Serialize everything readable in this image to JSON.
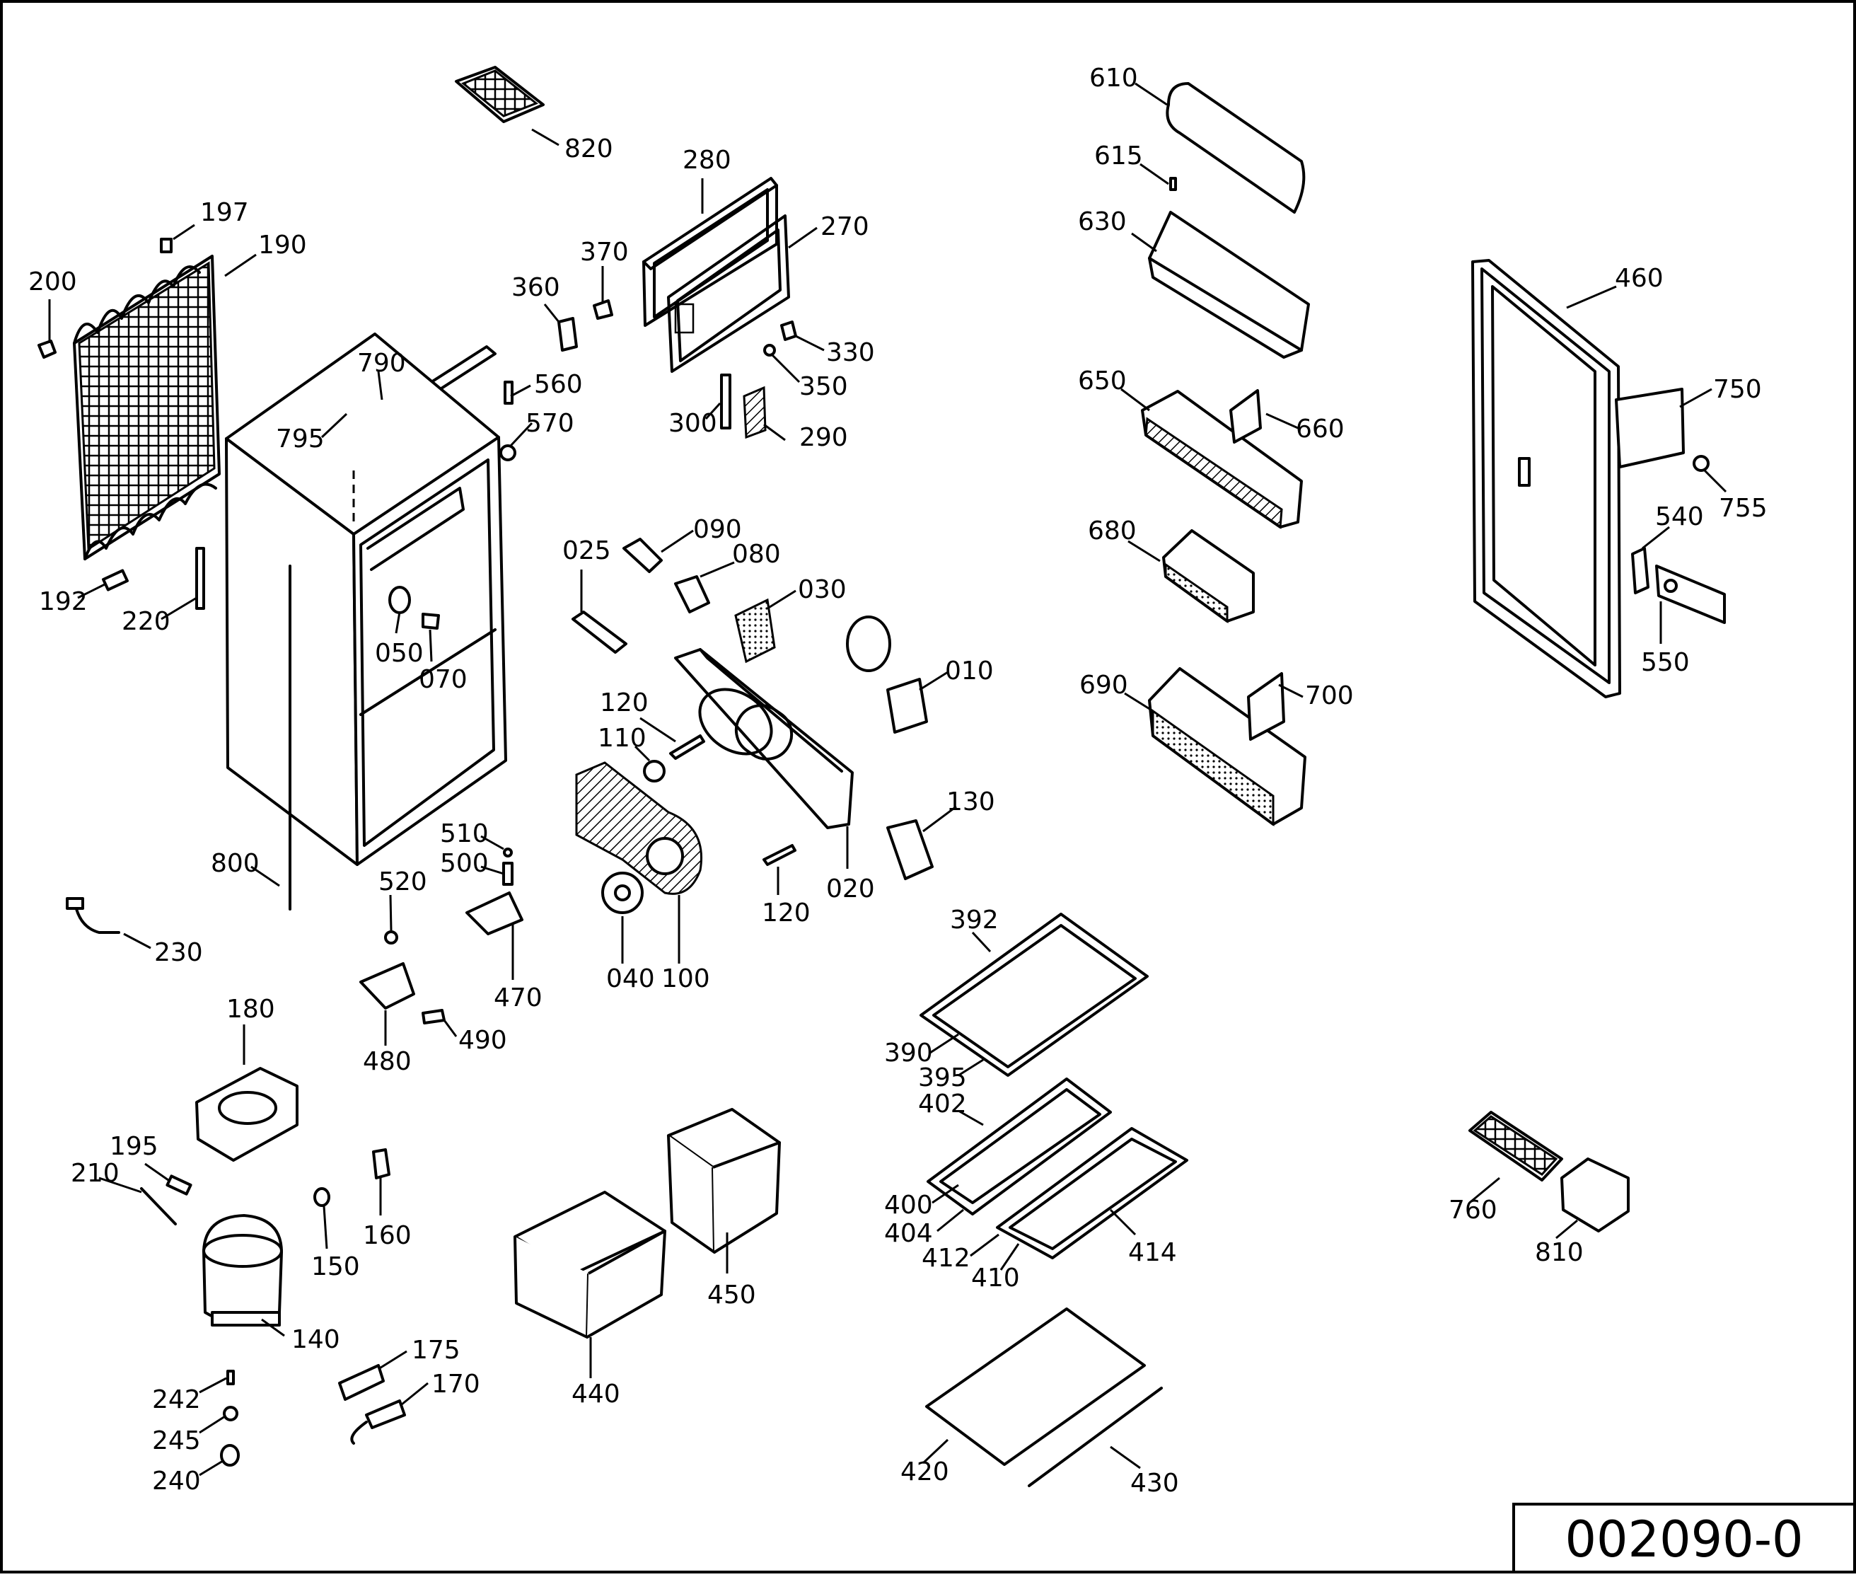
{
  "drawing_number": "002090-0",
  "callouts": [
    {
      "id": "820",
      "text": "820"
    },
    {
      "id": "280",
      "text": "280"
    },
    {
      "id": "270",
      "text": "270"
    },
    {
      "id": "197",
      "text": "197"
    },
    {
      "id": "190",
      "text": "190"
    },
    {
      "id": "200",
      "text": "200"
    },
    {
      "id": "370",
      "text": "370"
    },
    {
      "id": "360",
      "text": "360"
    },
    {
      "id": "330",
      "text": "330"
    },
    {
      "id": "350",
      "text": "350"
    },
    {
      "id": "790",
      "text": "790"
    },
    {
      "id": "560",
      "text": "560"
    },
    {
      "id": "795",
      "text": "795"
    },
    {
      "id": "570",
      "text": "570"
    },
    {
      "id": "300",
      "text": "300"
    },
    {
      "id": "290",
      "text": "290"
    },
    {
      "id": "192",
      "text": "192"
    },
    {
      "id": "220",
      "text": "220"
    },
    {
      "id": "025",
      "text": "025"
    },
    {
      "id": "090",
      "text": "090"
    },
    {
      "id": "080",
      "text": "080"
    },
    {
      "id": "030",
      "text": "030"
    },
    {
      "id": "050",
      "text": "050"
    },
    {
      "id": "070",
      "text": "070"
    },
    {
      "id": "010",
      "text": "010"
    },
    {
      "id": "120a",
      "text": "120"
    },
    {
      "id": "110",
      "text": "110"
    },
    {
      "id": "130",
      "text": "130"
    },
    {
      "id": "510",
      "text": "510"
    },
    {
      "id": "500",
      "text": "500"
    },
    {
      "id": "800",
      "text": "800"
    },
    {
      "id": "520",
      "text": "520"
    },
    {
      "id": "120b",
      "text": "120"
    },
    {
      "id": "020",
      "text": "020"
    },
    {
      "id": "230",
      "text": "230"
    },
    {
      "id": "470",
      "text": "470"
    },
    {
      "id": "040",
      "text": "040"
    },
    {
      "id": "100",
      "text": "100"
    },
    {
      "id": "180",
      "text": "180"
    },
    {
      "id": "480",
      "text": "480"
    },
    {
      "id": "490",
      "text": "490"
    },
    {
      "id": "195",
      "text": "195"
    },
    {
      "id": "210",
      "text": "210"
    },
    {
      "id": "160",
      "text": "160"
    },
    {
      "id": "150",
      "text": "150"
    },
    {
      "id": "140",
      "text": "140"
    },
    {
      "id": "175",
      "text": "175"
    },
    {
      "id": "170",
      "text": "170"
    },
    {
      "id": "242",
      "text": "242"
    },
    {
      "id": "245",
      "text": "245"
    },
    {
      "id": "240",
      "text": "240"
    },
    {
      "id": "450",
      "text": "450"
    },
    {
      "id": "440",
      "text": "440"
    },
    {
      "id": "392",
      "text": "392"
    },
    {
      "id": "390",
      "text": "390"
    },
    {
      "id": "395",
      "text": "395"
    },
    {
      "id": "402",
      "text": "402"
    },
    {
      "id": "400",
      "text": "400"
    },
    {
      "id": "404",
      "text": "404"
    },
    {
      "id": "412",
      "text": "412"
    },
    {
      "id": "410",
      "text": "410"
    },
    {
      "id": "414",
      "text": "414"
    },
    {
      "id": "420",
      "text": "420"
    },
    {
      "id": "430",
      "text": "430"
    },
    {
      "id": "610",
      "text": "610"
    },
    {
      "id": "615",
      "text": "615"
    },
    {
      "id": "630",
      "text": "630"
    },
    {
      "id": "650",
      "text": "650"
    },
    {
      "id": "660",
      "text": "660"
    },
    {
      "id": "680",
      "text": "680"
    },
    {
      "id": "690",
      "text": "690"
    },
    {
      "id": "700",
      "text": "700"
    },
    {
      "id": "460",
      "text": "460"
    },
    {
      "id": "750",
      "text": "750"
    },
    {
      "id": "755",
      "text": "755"
    },
    {
      "id": "540",
      "text": "540"
    },
    {
      "id": "550",
      "text": "550"
    },
    {
      "id": "760",
      "text": "760"
    },
    {
      "id": "810",
      "text": "810"
    }
  ]
}
